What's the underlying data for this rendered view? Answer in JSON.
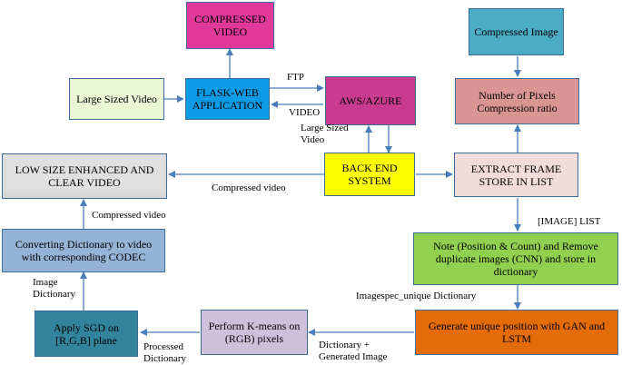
{
  "nodes": {
    "compressed_video": {
      "text": "COMPRESSED VIDEO",
      "fill": "#e0399b"
    },
    "compressed_image": {
      "text": "Compressed Image",
      "fill": "#4bacc6"
    },
    "large_sized_video": {
      "text": "Large Sized Video",
      "fill": "#ebf6d4"
    },
    "flask_web": {
      "text": "FLASK-WEB APPLICATION",
      "fill": "#0e9be6"
    },
    "aws_azure": {
      "text": "AWS/AZURE",
      "fill": "#c93b8f"
    },
    "pixels_ratio": {
      "text": "Number of Pixels Compression ratio",
      "fill": "#d99594"
    },
    "low_size": {
      "text": "LOW SIZE ENHANCED AND CLEAR VIDEO",
      "fill": "#e0e0e0"
    },
    "back_end": {
      "text": "BACK END SYSTEM",
      "fill": "#ffff00"
    },
    "extract_frame": {
      "text": "EXTRACT FRAME STORE IN LIST",
      "fill": "#f2dcdb"
    },
    "converting_dict": {
      "text": "Converting Dictionary to video with corresponding CODEC",
      "fill": "#95b3d7"
    },
    "note_position": {
      "text": "Note (Position & Count) and Remove duplicate images (CNN) and store in dictionary",
      "fill": "#92d050"
    },
    "apply_sgd": {
      "text": "Apply SGD on [R,G,B] plane",
      "fill": "#31849b"
    },
    "kmeans": {
      "text": "Perform K-means on (RGB) pixels",
      "fill": "#ccc0da"
    },
    "gan_lstm": {
      "text": "Generate unique position with GAN and LSTM",
      "fill": "#e36c09"
    }
  },
  "edge_labels": {
    "ftp": "FTP",
    "video": "VIDEO",
    "large_sized_video": "Large Sized Video",
    "compressed_video_1": "Compressed video",
    "compressed_video_2": "Compressed video",
    "image_list": "[IMAGE] LIST",
    "image_dictionary": "Image Dictionary",
    "imagespec_unique": "Imagespec_unique Dictionary",
    "processed_dictionary": "Processed Dictionary",
    "dictionary_generated": "Dictionary + Generated Image"
  },
  "colors": {
    "arrow": "#4a7ebb"
  }
}
